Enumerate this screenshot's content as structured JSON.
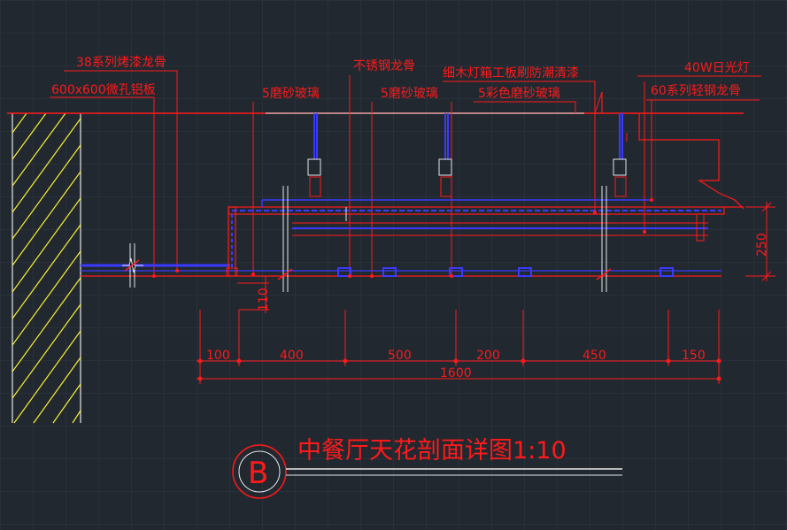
{
  "drawing": {
    "title": "中餐厅天花剖面详图1:10",
    "section_mark": "B",
    "colors": {
      "background": "#212830",
      "grid": "#2e3743",
      "red": "#ff1a1a",
      "blue": "#3a3aff",
      "cyan": "#22c8ff",
      "yellow": "#f5f032",
      "white": "#e8e8e8"
    },
    "labels": {
      "keel_38": "38系列烤漆龙骨",
      "aluminum_panel": "600x600微孔铝板",
      "stainless_keel": "不锈钢龙骨",
      "frosted_glass_a": "5磨砂玻璃",
      "frosted_glass_b": "5磨砂玻璃",
      "lightbox": "细木灯箱工板刷防潮清漆",
      "color_glass": "5彩色磨砂玻璃",
      "lamp": "40W日光灯",
      "keel_60": "60系列轻钢龙骨"
    },
    "dimensions": {
      "d100": "100",
      "d400": "400",
      "d500": "500",
      "d200": "200",
      "d450": "450",
      "d150": "150",
      "total": "1600",
      "height": "250",
      "drop": "110"
    }
  }
}
